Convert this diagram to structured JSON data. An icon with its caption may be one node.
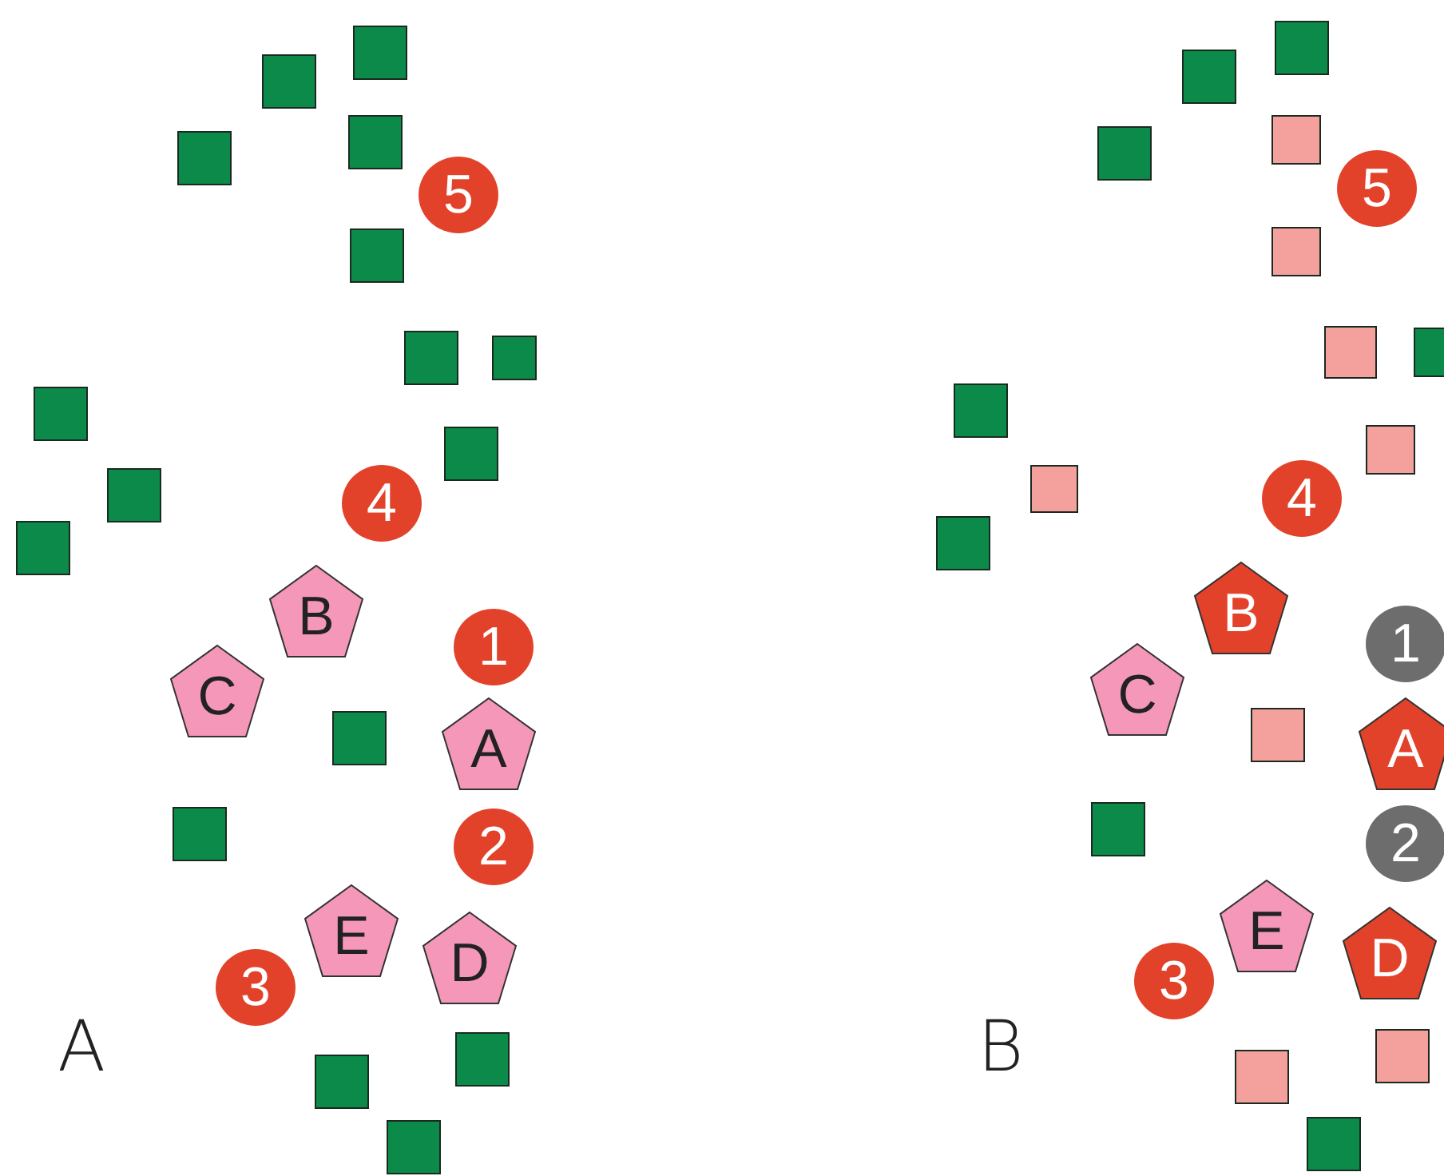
{
  "diagram": {
    "nodes": [
      {
        "text": [],
        "shape": "box"
      },
      {
        "text": [],
        "shape": "box"
      },
      {
        "text": [],
        "shape": "box"
      },
      {
        "text": [],
        "shape": "box"
      },
      {
        "text": [
          "5"
        ]
      },
      {
        "text": [],
        "shape": "box"
      },
      {
        "text": [],
        "shape": "box"
      },
      {
        "text": [],
        "shape": "box"
      },
      {
        "text": [],
        "shape": "box"
      },
      {
        "text": [],
        "shape": "box"
      },
      {
        "text": [],
        "shape": "box"
      },
      {
        "text": [],
        "shape": "box"
      },
      {
        "text": [
          "4"
        ]
      },
      {
        "text": [
          "B"
        ]
      },
      {
        "text": [
          "1"
        ]
      },
      {
        "text": [
          "C"
        ]
      },
      {
        "text": [],
        "shape": "box"
      },
      {
        "text": [
          "A"
        ]
      },
      {
        "text": [],
        "shape": "box"
      },
      {
        "text": [
          "2"
        ]
      },
      {
        "text": [
          "E"
        ]
      },
      {
        "text": [
          "D"
        ]
      },
      {
        "text": [
          "3"
        ]
      },
      {
        "text": [],
        "shape": "box"
      },
      {
        "text": [],
        "shape": "box"
      },
      {
        "text": [],
        "shape": "box"
      },
      {
        "text": [],
        "shape": "box"
      },
      {
        "text": [],
        "shape": "box"
      },
      {
        "text": [],
        "shape": "box"
      },
      {
        "text": [],
        "shape": "box"
      },
      {
        "text": [
          "5"
        ]
      },
      {
        "text": [],
        "shape": "box"
      },
      {
        "text": [],
        "shape": "box"
      },
      {
        "text": [],
        "shape": "box"
      },
      {
        "text": [],
        "shape": "box"
      },
      {
        "text": [],
        "shape": "box"
      },
      {
        "text": [],
        "shape": "box"
      },
      {
        "text": [],
        "shape": "box"
      },
      {
        "text": [
          "4"
        ]
      },
      {
        "text": [
          "B"
        ]
      },
      {
        "text": [
          "1"
        ]
      },
      {
        "text": [
          "C"
        ]
      },
      {
        "text": [],
        "shape": "box"
      },
      {
        "text": [
          "A"
        ]
      },
      {
        "text": [],
        "shape": "box"
      },
      {
        "text": [
          "2"
        ]
      },
      {
        "text": [
          "E"
        ]
      },
      {
        "text": [
          "D"
        ]
      },
      {
        "text": [
          "3"
        ]
      },
      {
        "text": [],
        "shape": "box"
      },
      {
        "text": [],
        "shape": "box"
      },
      {
        "text": [],
        "shape": "box"
      }
    ],
    "labels": [
      "A",
      "B"
    ]
  }
}
